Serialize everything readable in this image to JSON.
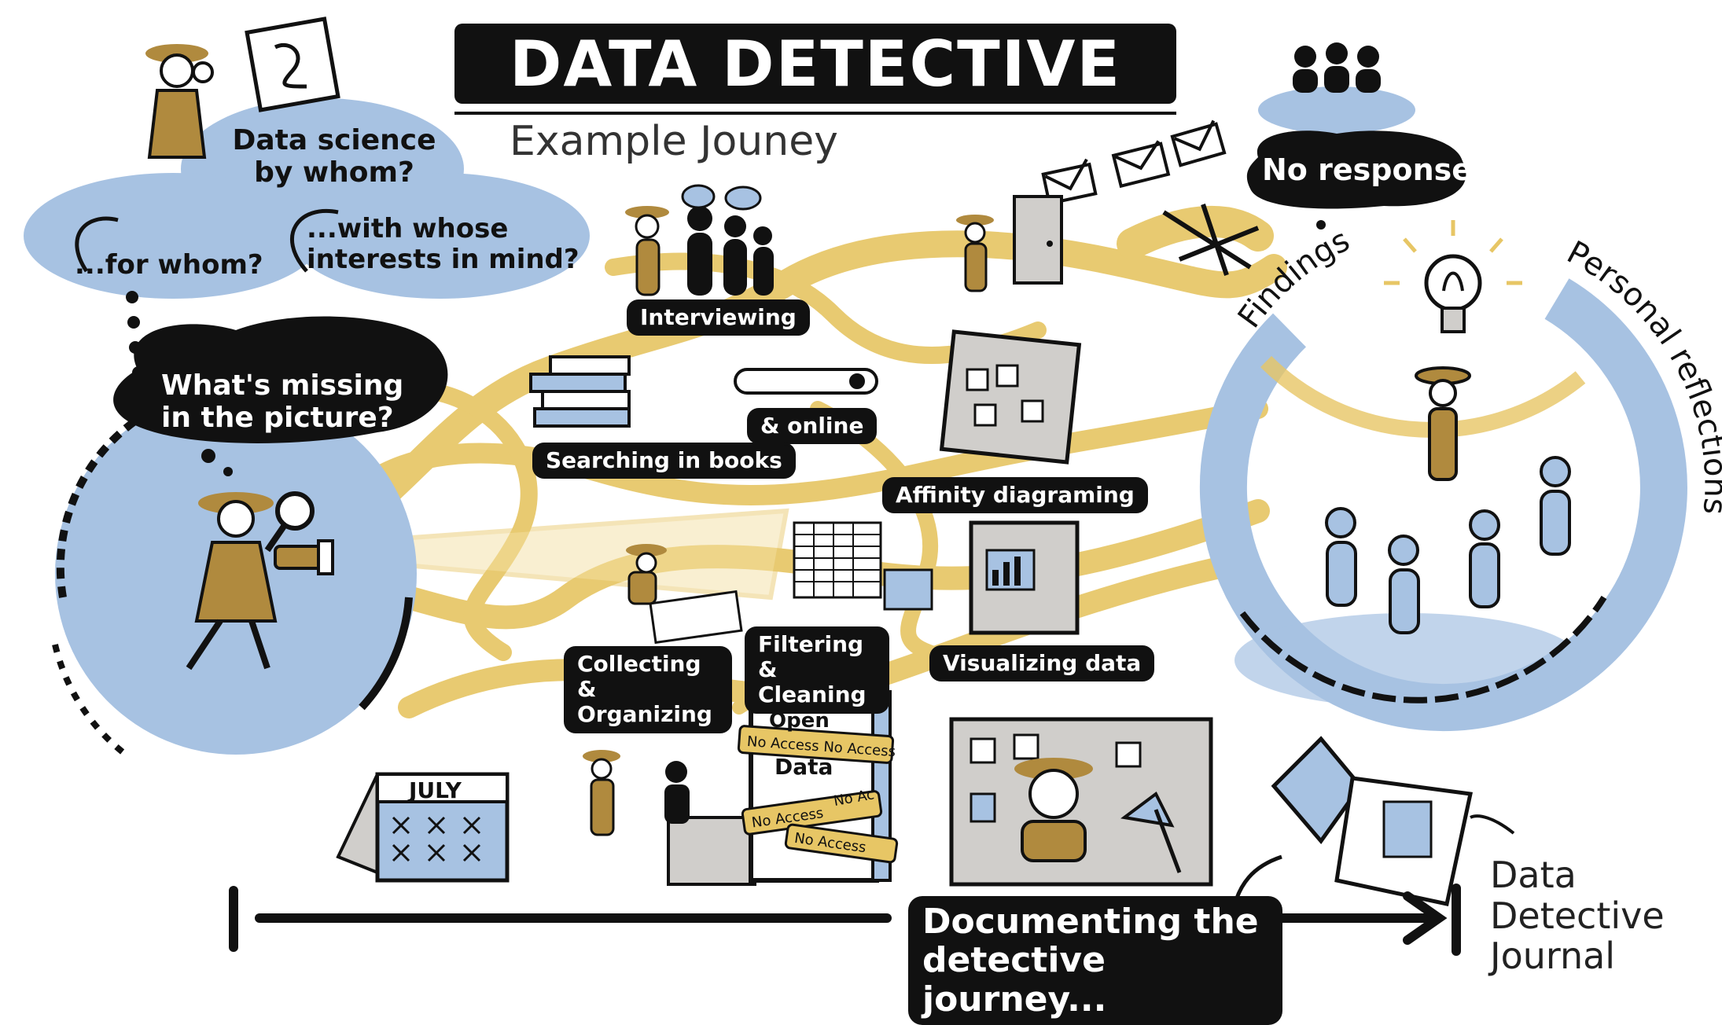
{
  "title": "DATA DETECTIVE",
  "subtitle": "Example Jouney",
  "questions": {
    "by_whom": "Data science by whom?",
    "for_whom": "...for whom?",
    "whose_interests": "...with whose interests in mind?",
    "missing": "What's missing in the picture?",
    "no_response": "No response"
  },
  "activities": {
    "interviewing": "Interviewing",
    "online": "& online",
    "searching_books": "Searching in books",
    "affinity": "Affinity diagraming",
    "collecting": "Collecting & Organizing",
    "filtering": "Filtering & Cleaning",
    "visualizing": "Visualizing data"
  },
  "outcomes": {
    "findings": "Findings",
    "reflections": "Personal reflections"
  },
  "calendar_month": "JULY",
  "open_data_sign": {
    "line1": "Open",
    "line2": "Data",
    "tape1": "No Access No Access",
    "tape2": "No Access",
    "tape3": "No Ac",
    "tape4": "No Access"
  },
  "documenting": "Documenting the detective journey...",
  "journal": {
    "line1": "Data",
    "line2": "Detective",
    "line3": "Journal"
  },
  "colors": {
    "gold": "#E7C665",
    "gold_dark": "#B08A3E",
    "blue": "#A7C2E2",
    "ink": "#111111",
    "grey": "#D0CECB"
  },
  "icons": [
    "detective-icon",
    "magnifier-icon",
    "flashlight-icon",
    "envelope-icon",
    "people-icon",
    "lightbulb-icon",
    "calendar-icon",
    "notebook-icon",
    "pen-icon",
    "lamp-icon",
    "board-icon",
    "chart-screen-icon",
    "books-icon",
    "door-icon"
  ]
}
